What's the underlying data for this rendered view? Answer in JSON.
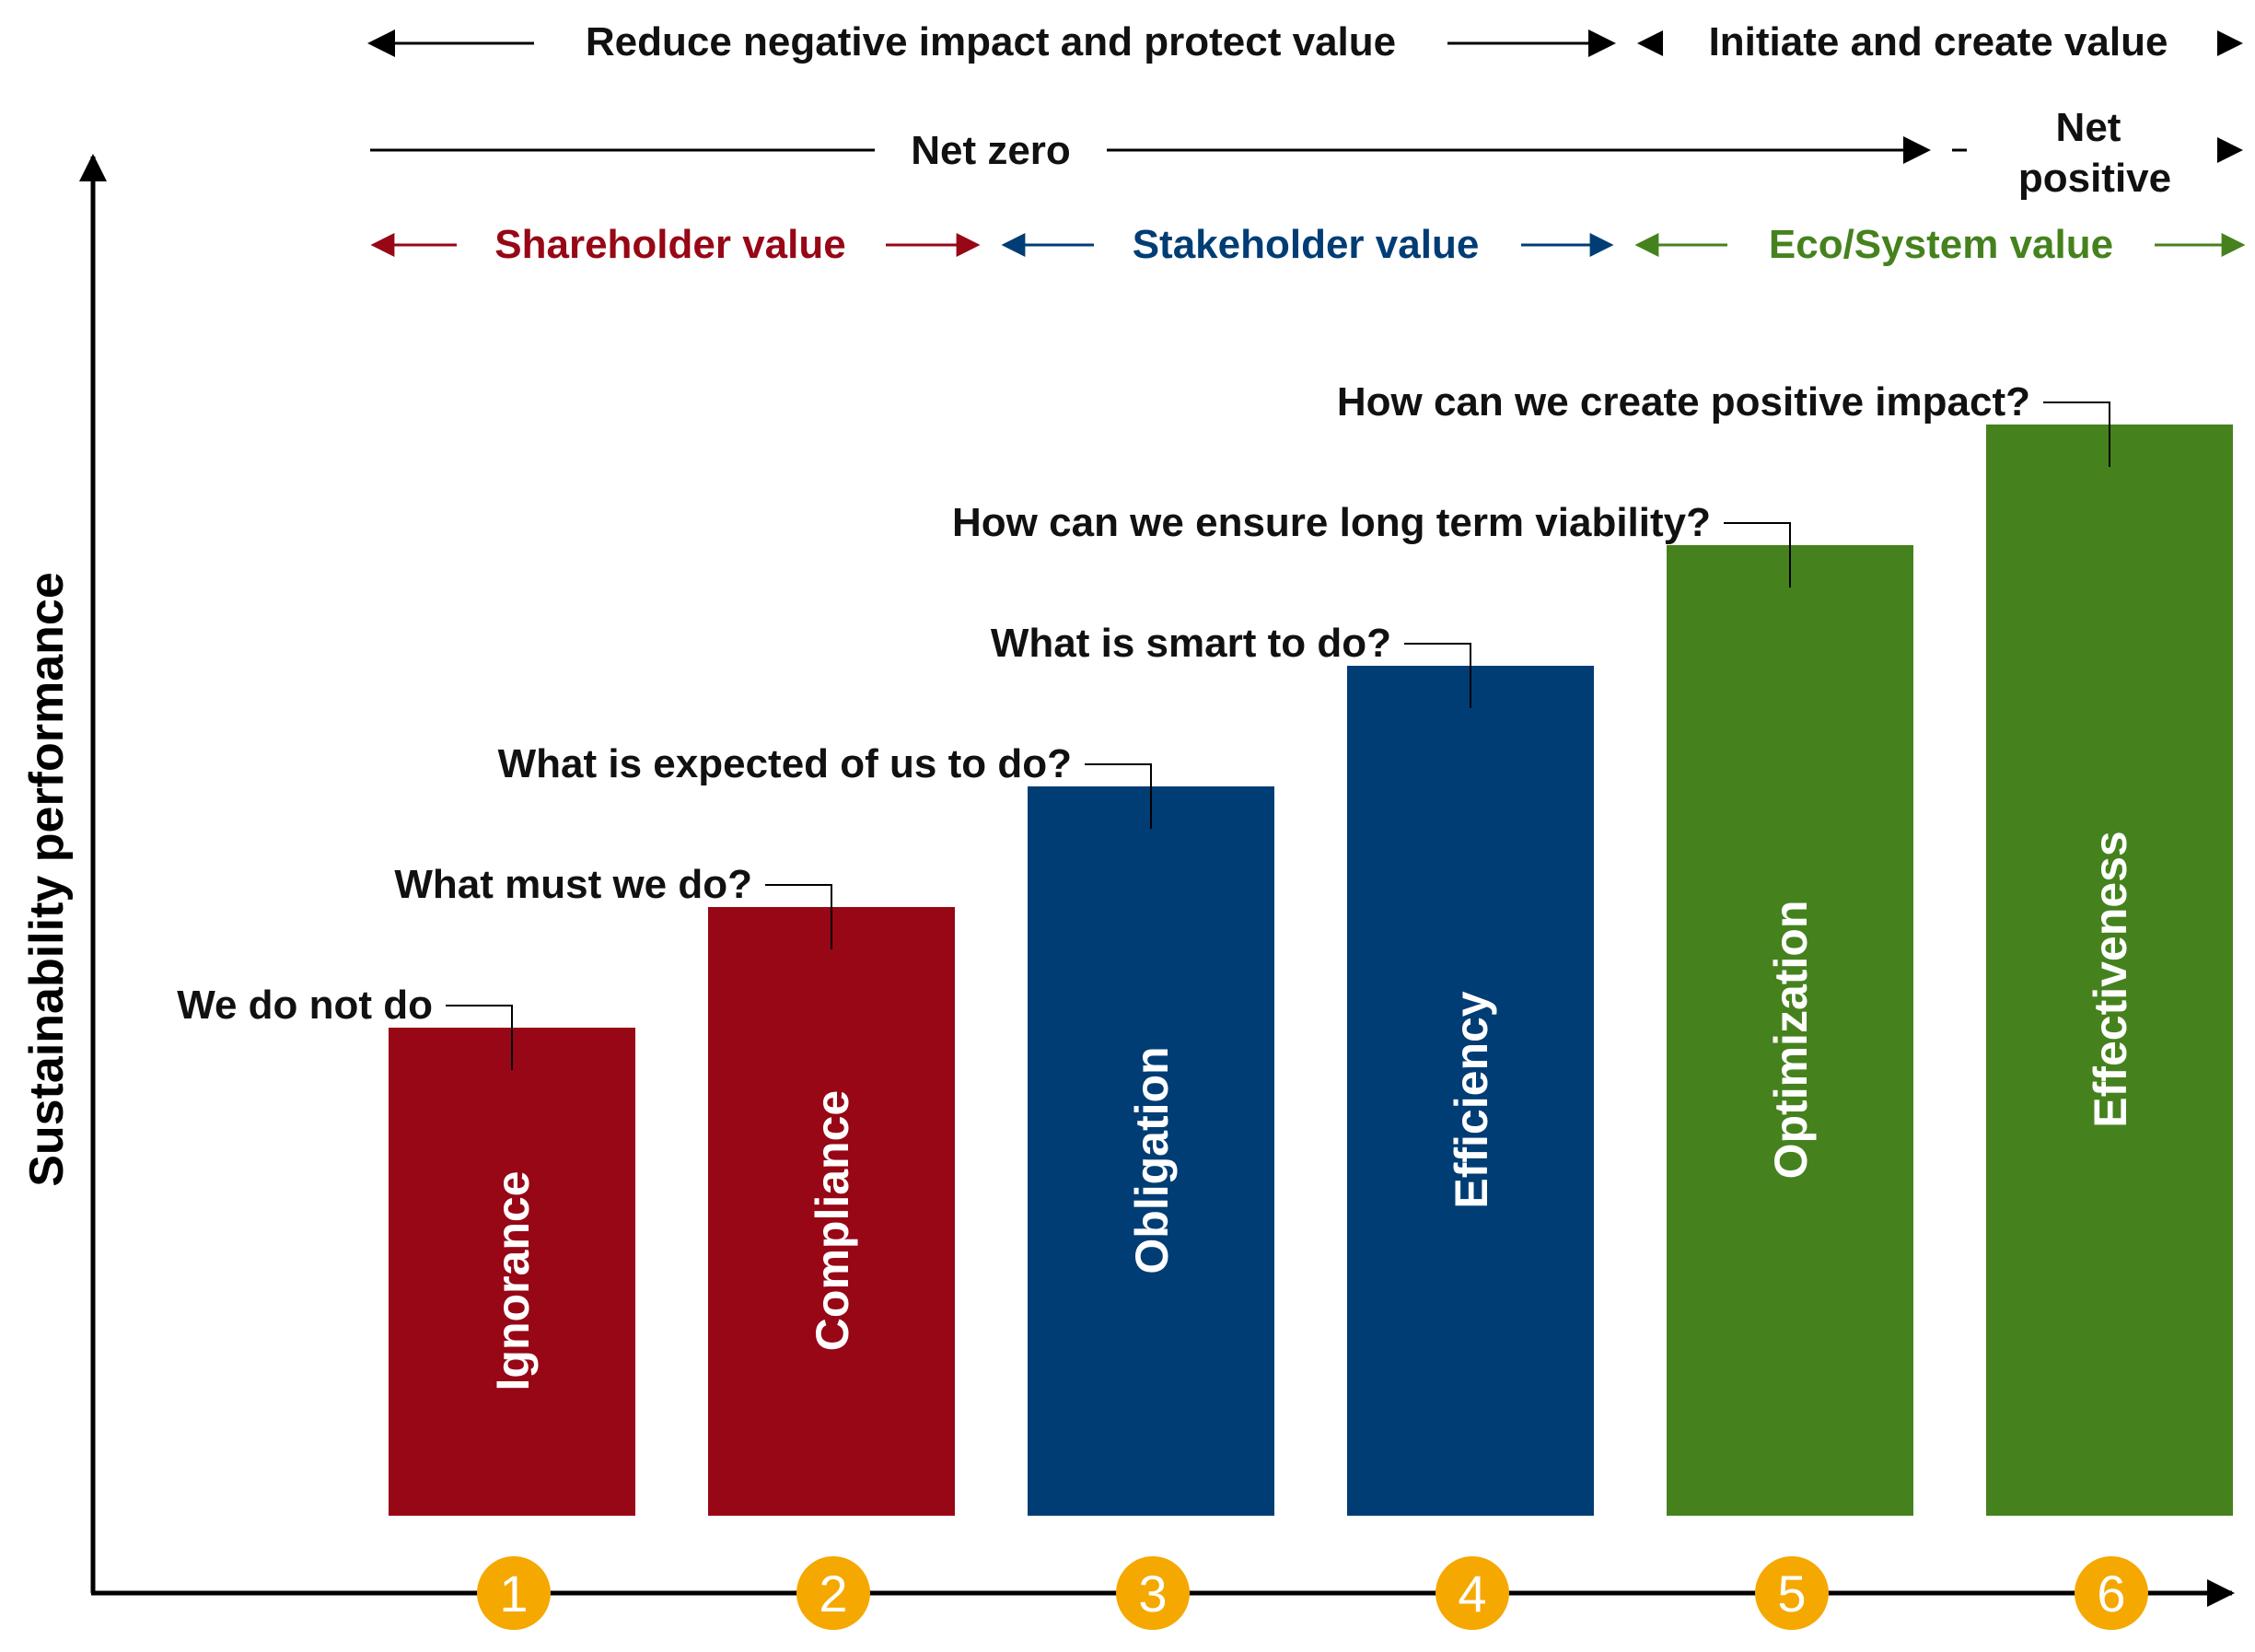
{
  "axis": {
    "y_label": "Sustainability performance"
  },
  "colors": {
    "text": "#111111",
    "axis": "#000000",
    "red": "#970716",
    "blue": "#003D75",
    "green": "#45821E",
    "circle": "#F5A800",
    "circle_text": "#ffffff",
    "bar_text": "#ffffff"
  },
  "header": {
    "row1": {
      "left_label": "Reduce negative impact and protect value",
      "right_label": "Initiate and create value"
    },
    "row2": {
      "left_label": "Net zero",
      "right_label_line1": "Net",
      "right_label_line2": "positive"
    },
    "row3": {
      "shareholder_label": "Shareholder value",
      "stakeholder_label": "Stakeholder value",
      "ecosystem_label": "Eco/System value"
    }
  },
  "stages": [
    {
      "number": "1",
      "label": "Ignorance",
      "question": "We do not do",
      "color": "#970716",
      "level": 1
    },
    {
      "number": "2",
      "label": "Compliance",
      "question": "What must we do?",
      "color": "#970716",
      "level": 2
    },
    {
      "number": "3",
      "label": "Obligation",
      "question": "What is expected of us to do?",
      "color": "#003D75",
      "level": 3
    },
    {
      "number": "4",
      "label": "Efficiency",
      "question": "What is smart to do?",
      "color": "#003D75",
      "level": 4
    },
    {
      "number": "5",
      "label": "Optimization",
      "question": "How can we ensure long term viability?",
      "color": "#45821E",
      "level": 5
    },
    {
      "number": "6",
      "label": "Effectiveness",
      "question": "How can we create positive impact?",
      "color": "#45821E",
      "level": 6
    }
  ]
}
